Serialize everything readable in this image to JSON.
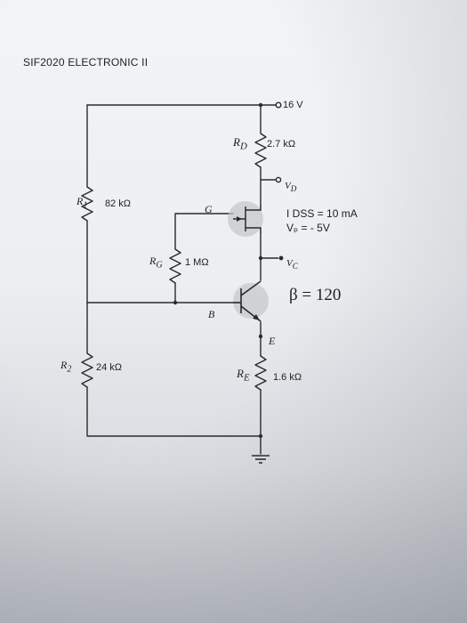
{
  "title": "SIF2020 ELECTRONIC II",
  "supply": "16 V",
  "rd": {
    "name": "R",
    "sub": "D",
    "value": "2.7 kΩ"
  },
  "vd_label": {
    "main": "V",
    "sub": "D"
  },
  "r1": {
    "name": "R",
    "sub": "1",
    "value": "82 kΩ"
  },
  "g_label": "G",
  "idss": "I DSS = 10 mA",
  "vp": "Vₚ = - 5V",
  "rg": {
    "name": "R",
    "sub": "G",
    "value": "1 MΩ"
  },
  "vc_label": {
    "main": "V",
    "sub": "C"
  },
  "beta": "β = 120",
  "b_label": "B",
  "e_label": "E",
  "r2": {
    "name": "R",
    "sub": "2",
    "value": "24 kΩ"
  },
  "re": {
    "name": "R",
    "sub": "E",
    "value": "1.6 kΩ"
  }
}
